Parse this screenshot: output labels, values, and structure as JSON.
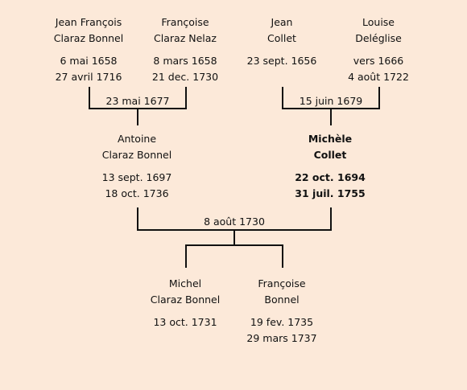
{
  "grandparents": [
    {
      "name1": "Jean François",
      "name2": "Claraz Bonnel",
      "birth": "6 mai 1658",
      "death": "27 avril 1716"
    },
    {
      "name1": "Françoise",
      "name2": "Claraz Nelaz",
      "birth": "8 mars 1658",
      "death": "21 dec. 1730"
    },
    {
      "name1": "Jean",
      "name2": "Collet",
      "birth": "23 sept. 1656",
      "death": ""
    },
    {
      "name1": "Louise",
      "name2": "Deléglise",
      "birth": "vers 1666",
      "death": "4 août 1722"
    }
  ],
  "marriages": {
    "left": "23 mai 1677",
    "right": "15 juin 1679",
    "parents": "8 août 1730"
  },
  "parents": [
    {
      "name1": "Antoine",
      "name2": "Claraz Bonnel",
      "birth": "13 sept. 1697",
      "death": "18 oct. 1736"
    },
    {
      "name1": "Michèle",
      "name2": "Collet",
      "birth": "22 oct. 1694",
      "death": "31 juil. 1755"
    }
  ],
  "children": [
    {
      "name1": "Michel",
      "name2": "Claraz Bonnel",
      "birth": "13 oct. 1731",
      "death": ""
    },
    {
      "name1": "Françoise",
      "name2": "Bonnel",
      "birth": "19 fev. 1735",
      "death": "29 mars 1737"
    }
  ]
}
